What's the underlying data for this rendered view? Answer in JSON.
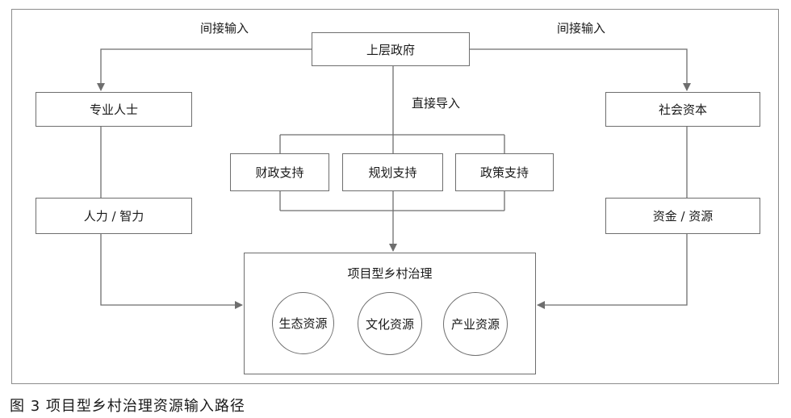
{
  "diagram": {
    "labels": {
      "indirect_left": "间接输入",
      "indirect_right": "间接输入",
      "direct": "直接导入"
    },
    "nodes": {
      "upper_government": "上层政府",
      "professionals": "专业人士",
      "social_capital": "社会资本",
      "fiscal_support": "财政支持",
      "planning_support": "规划支持",
      "policy_support": "政策支持",
      "manpower_intellect": "人力 / 智力",
      "funds_resources": "资金 / 资源",
      "project_governance": "项目型乡村治理"
    },
    "resources": [
      "生态资源",
      "文化资源",
      "产业资源"
    ]
  },
  "caption": "图 3  项目型乡村治理资源输入路径"
}
